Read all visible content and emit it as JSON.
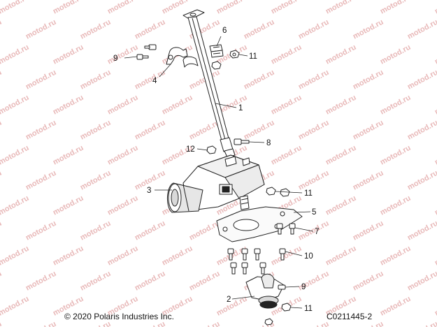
{
  "watermark_text": "motod.ru",
  "copyright": "© 2020 Polaris Industries Inc.",
  "figure_id": "C0211445-2",
  "callouts": [
    {
      "key": "c6",
      "label": "6"
    },
    {
      "key": "c9a",
      "label": "9"
    },
    {
      "key": "c11a",
      "label": "11"
    },
    {
      "key": "c4",
      "label": "4"
    },
    {
      "key": "c1",
      "label": "1"
    },
    {
      "key": "c8",
      "label": "8"
    },
    {
      "key": "c12",
      "label": "12"
    },
    {
      "key": "c3",
      "label": "3"
    },
    {
      "key": "c11b",
      "label": "11"
    },
    {
      "key": "c5",
      "label": "5"
    },
    {
      "key": "c7",
      "label": "7"
    },
    {
      "key": "c10",
      "label": "10"
    },
    {
      "key": "c9b",
      "label": "9"
    },
    {
      "key": "c2",
      "label": "2"
    },
    {
      "key": "c11c",
      "label": "11"
    }
  ],
  "colors": {
    "line": "#222222",
    "watermark": "#e8b8b8",
    "fill": "#ffffff",
    "shade": "#d9d9d9"
  }
}
